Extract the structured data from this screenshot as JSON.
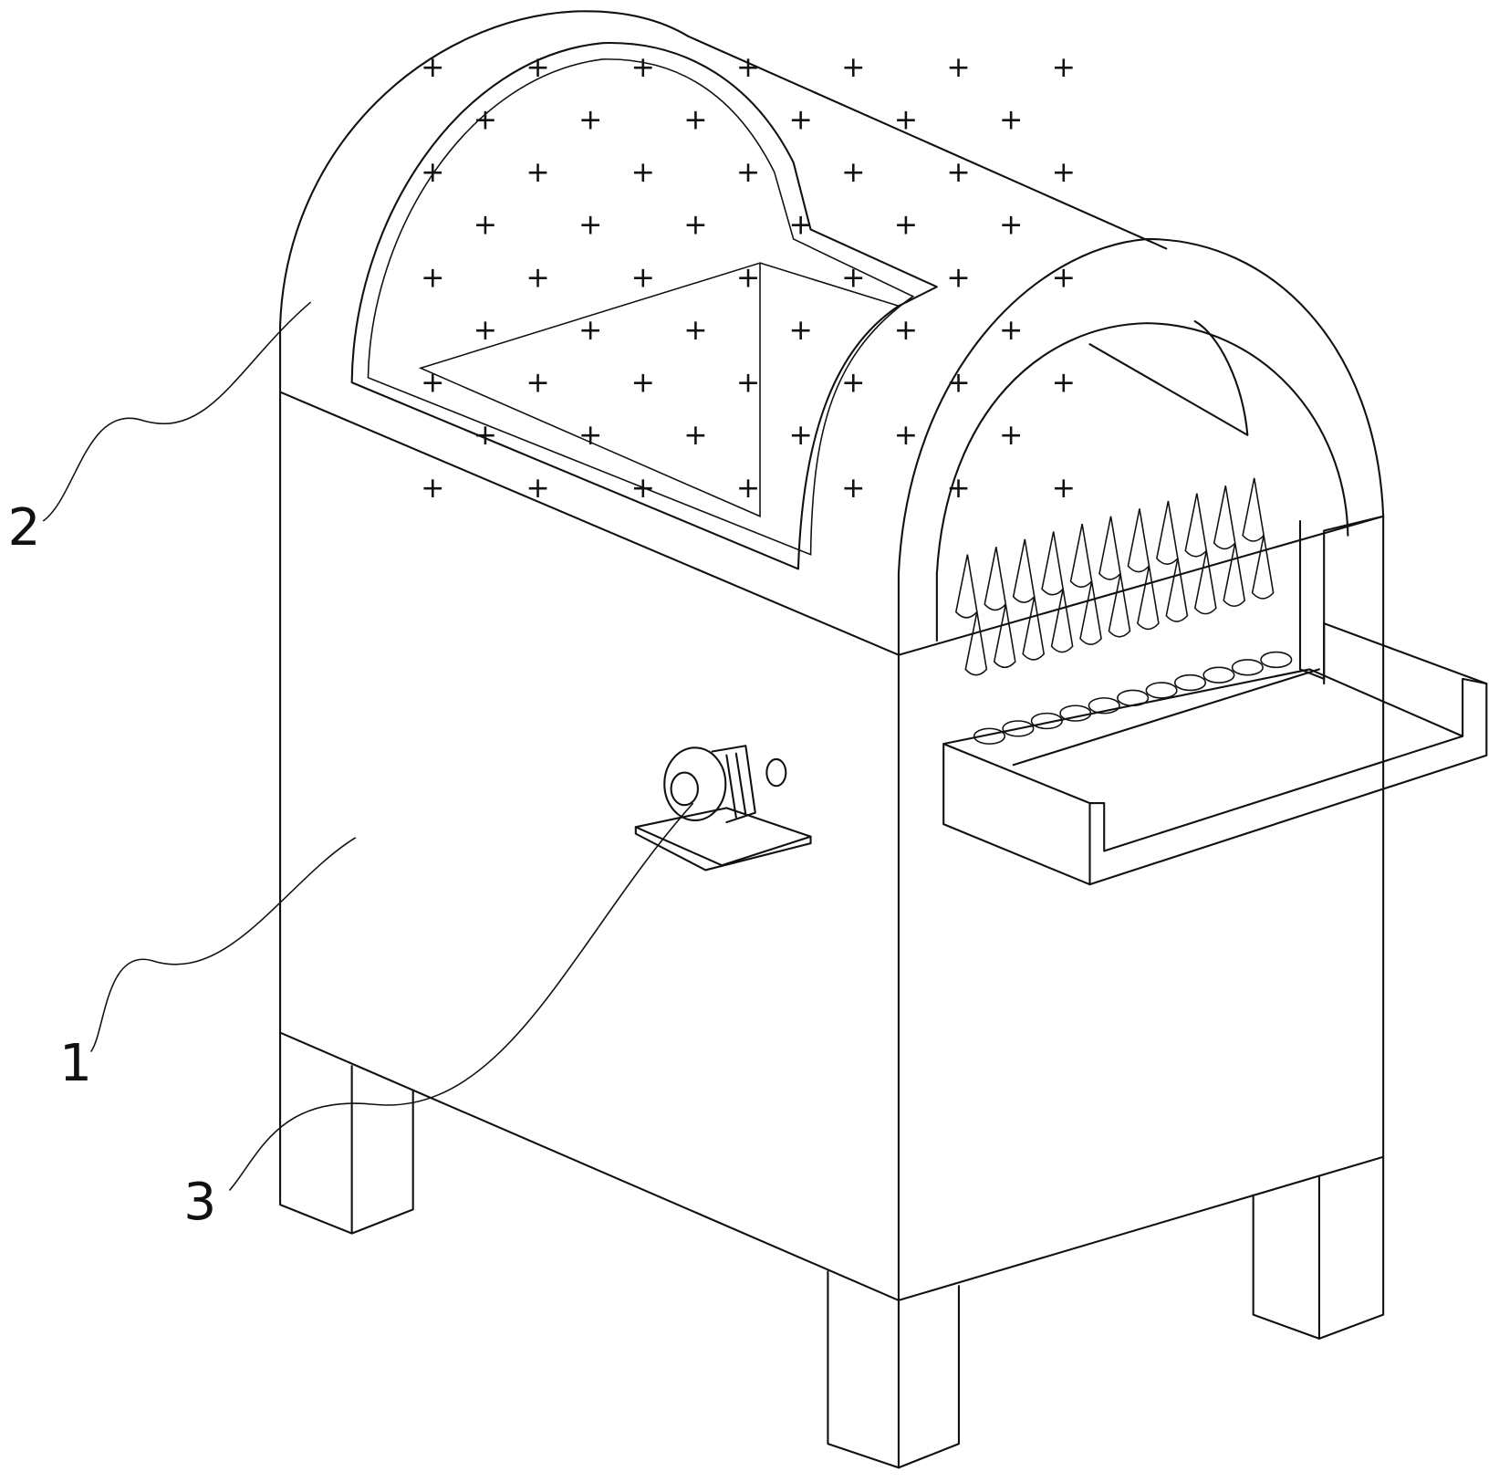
{
  "figure": {
    "labels": [
      {
        "id": "body",
        "text": "1"
      },
      {
        "id": "hood",
        "text": "2"
      },
      {
        "id": "motor",
        "text": "3"
      }
    ],
    "line_color": "#111111",
    "background": "#ffffff"
  }
}
